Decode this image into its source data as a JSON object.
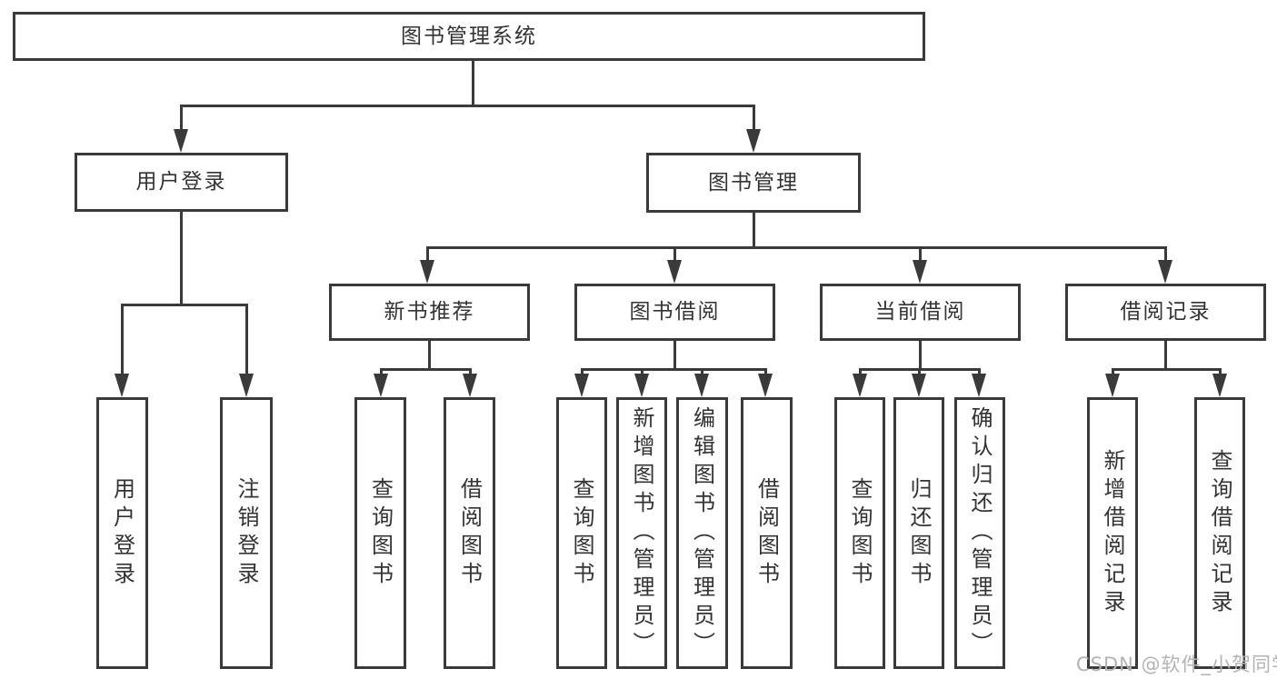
{
  "colors": {
    "line": "#3a3a3a",
    "text": "#333333",
    "watermark": "#b3b3b3",
    "bg": "#ffffff"
  },
  "diagram": {
    "root": {
      "label": "图书管理系统"
    },
    "user_branch": {
      "label": "用户登录",
      "children": [
        {
          "label": "用户登录"
        },
        {
          "label": "注销登录"
        }
      ]
    },
    "book_branch": {
      "label": "图书管理",
      "groups": [
        {
          "label": "新书推荐",
          "children": [
            {
              "label": "查询图书"
            },
            {
              "label": "借阅图书"
            }
          ]
        },
        {
          "label": "图书借阅",
          "children": [
            {
              "label": "查询图书"
            },
            {
              "label": "新增图书（管理员）"
            },
            {
              "label": "编辑图书（管理员）"
            },
            {
              "label": "借阅图书"
            }
          ]
        },
        {
          "label": "当前借阅",
          "children": [
            {
              "label": "查询图书"
            },
            {
              "label": "归还图书"
            },
            {
              "label": "确认归还（管理员）"
            }
          ]
        },
        {
          "label": "借阅记录",
          "children": [
            {
              "label": "新增借阅记录"
            },
            {
              "label": "查询借阅记录"
            }
          ]
        }
      ]
    }
  },
  "watermark": {
    "text": "CSDN @软件_小贺同学"
  }
}
